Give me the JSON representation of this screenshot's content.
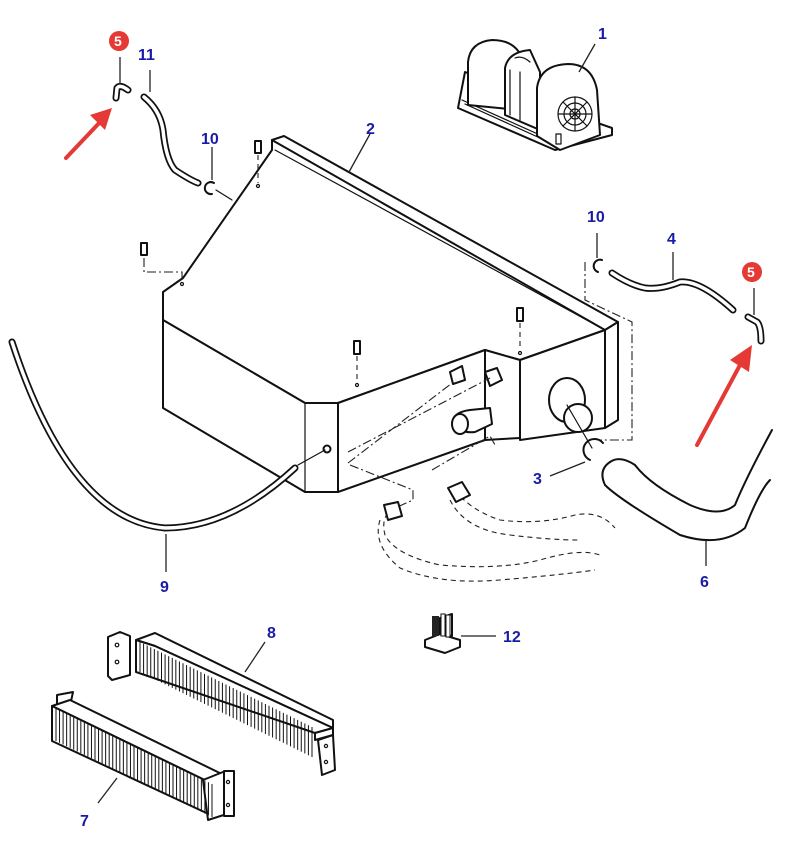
{
  "diagram": {
    "type": "exploded-parts-view",
    "subject": "heater / blower assembly",
    "label_color": "#1a1aa8",
    "highlight_color": "#e53935",
    "callouts": [
      {
        "id": "c1",
        "text": "1",
        "part": "blower-motor-unit"
      },
      {
        "id": "c2",
        "text": "2",
        "part": "heater-housing"
      },
      {
        "id": "c3",
        "text": "3",
        "part": "hose-clamp-large"
      },
      {
        "id": "c4",
        "text": "4",
        "part": "drain-tube-right"
      },
      {
        "id": "c5a",
        "text": "5",
        "part": "elbow-fitting-left",
        "highlighted": true
      },
      {
        "id": "c5b",
        "text": "5",
        "part": "elbow-fitting-right",
        "highlighted": true
      },
      {
        "id": "c6",
        "text": "6",
        "part": "duct-hose"
      },
      {
        "id": "c7",
        "text": "7",
        "part": "heater-core-small"
      },
      {
        "id": "c8",
        "text": "8",
        "part": "heater-core-large"
      },
      {
        "id": "c9",
        "text": "9",
        "part": "long-tube"
      },
      {
        "id": "c10a",
        "text": "10",
        "part": "hose-clamp-small-left"
      },
      {
        "id": "c10b",
        "text": "10",
        "part": "hose-clamp-small-right"
      },
      {
        "id": "c11",
        "text": "11",
        "part": "drain-tube-left"
      },
      {
        "id": "c12",
        "text": "12",
        "part": "resistor-block"
      }
    ],
    "arrows": [
      {
        "target": "elbow-fitting-left",
        "color": "#e53935"
      },
      {
        "target": "elbow-fitting-right",
        "color": "#e53935"
      }
    ]
  }
}
